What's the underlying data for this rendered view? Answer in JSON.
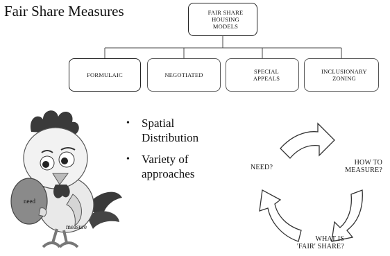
{
  "title": "Fair Share Measures",
  "org_chart": {
    "root": "FAIR SHARE\nHOUSING\nMODELS",
    "children": [
      "FORMULAIC",
      "NEGOTIATED",
      "SPECIAL\nAPPEALS",
      "INCLUSIONARY\nZONING"
    ]
  },
  "bullets": [
    "Spatial\nDistribution",
    "Variety of\napproaches"
  ],
  "cycle": {
    "need": "NEED?",
    "how": "HOW TO\nMEASURE?",
    "what": "WHAT IS\n'FAIR' SHARE?"
  },
  "illustration": {
    "egg_label": "need",
    "measure_label": "measure"
  }
}
